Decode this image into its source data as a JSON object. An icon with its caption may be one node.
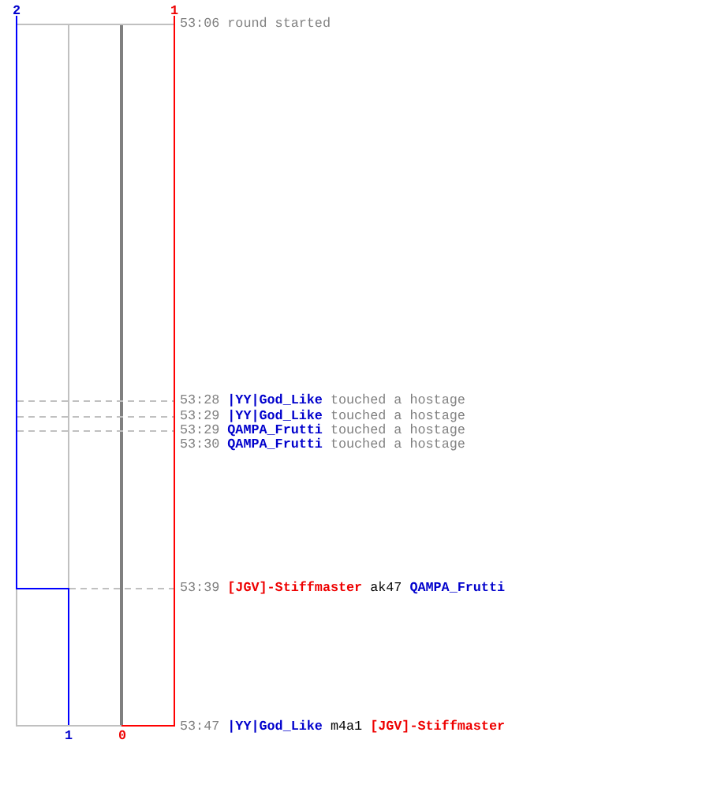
{
  "diagram": {
    "labels": [
      "2",
      "1",
      "53:06",
      "round started",
      "53:28",
      "|YY|God_Like",
      "touched a hostage",
      "53:29",
      "|YY|God_Like",
      "touched a hostage",
      "53:29",
      "QAMPA_Frutti",
      "touched a hostage",
      "53:30",
      "QAMPA_Frutti",
      "touched a hostage",
      "53:39",
      "[JGV]-Stiffmaster",
      "ak47",
      "QAMPA_Frutti",
      "53:47",
      "|YY|God_Like",
      "m4a1",
      "[JGV]-Stiffmaster",
      "1",
      "0"
    ]
  }
}
